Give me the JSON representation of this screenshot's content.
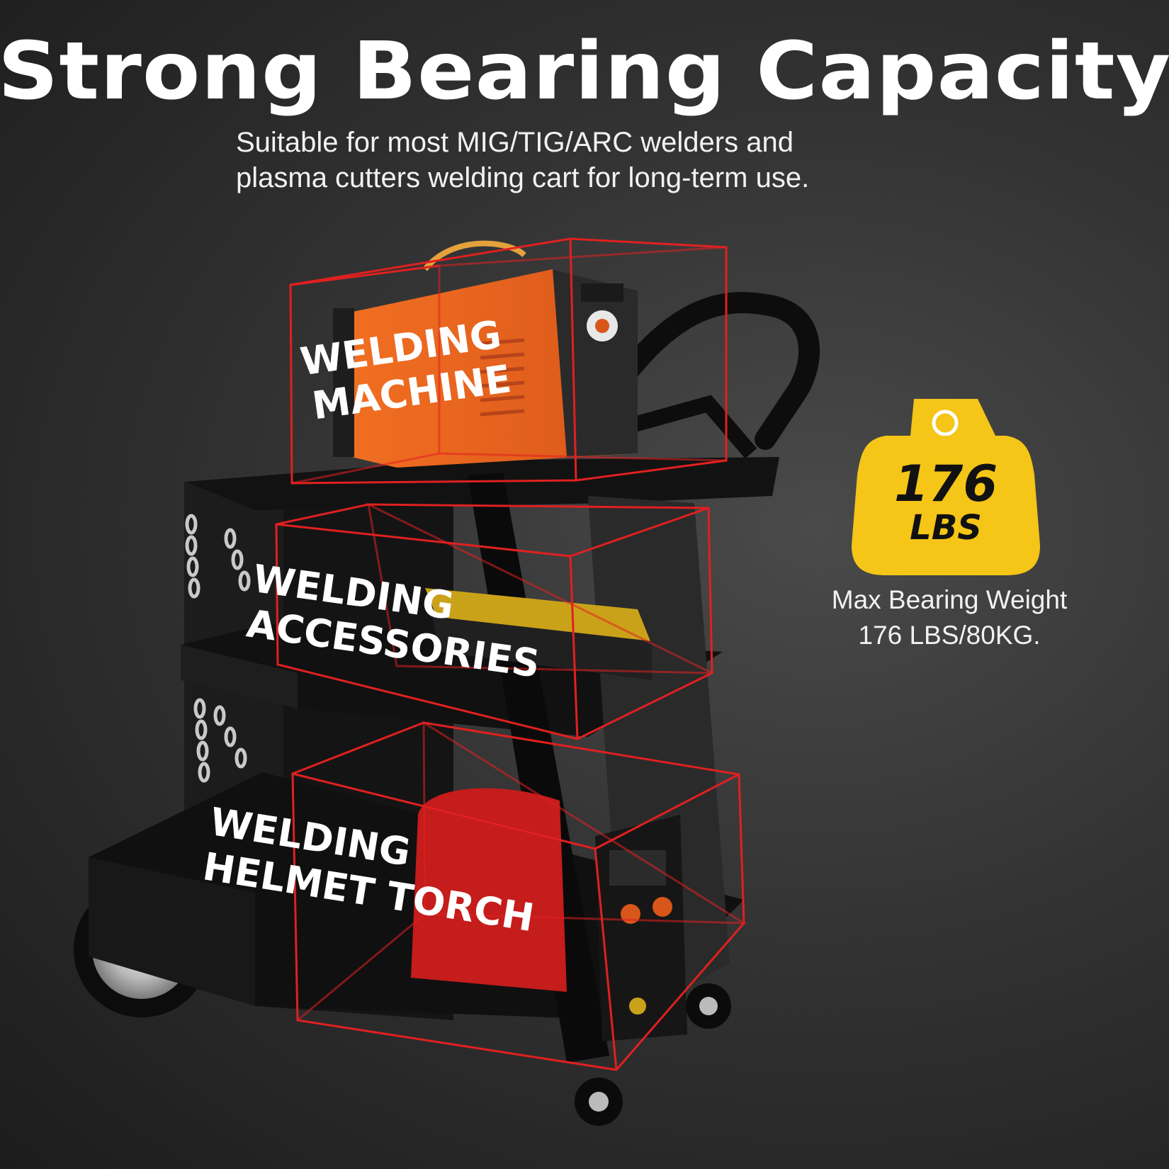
{
  "headline": "Strong Bearing Capacity",
  "subtitle": {
    "line1": "Suitable for most MIG/TIG/ARC welders and",
    "line2": "plasma cutters welding cart for long-term use."
  },
  "shelves": [
    {
      "line1": "WELDING",
      "line2": "MACHINE"
    },
    {
      "line1": "WELDING",
      "line2": "ACCESSORIES"
    },
    {
      "line1": "WELDING",
      "line2": "HELMET TORCH"
    }
  ],
  "weight_badge": {
    "number": "176",
    "unit": "LBS"
  },
  "caption": {
    "line1": "Max Bearing Weight",
    "line2": "176 LBS/80KG."
  },
  "colors": {
    "badge": "#f5c518",
    "outline": "#e02020",
    "cart": "#151515",
    "welder_top": "#e8611d",
    "welder_bottom": "#c21a1a"
  }
}
